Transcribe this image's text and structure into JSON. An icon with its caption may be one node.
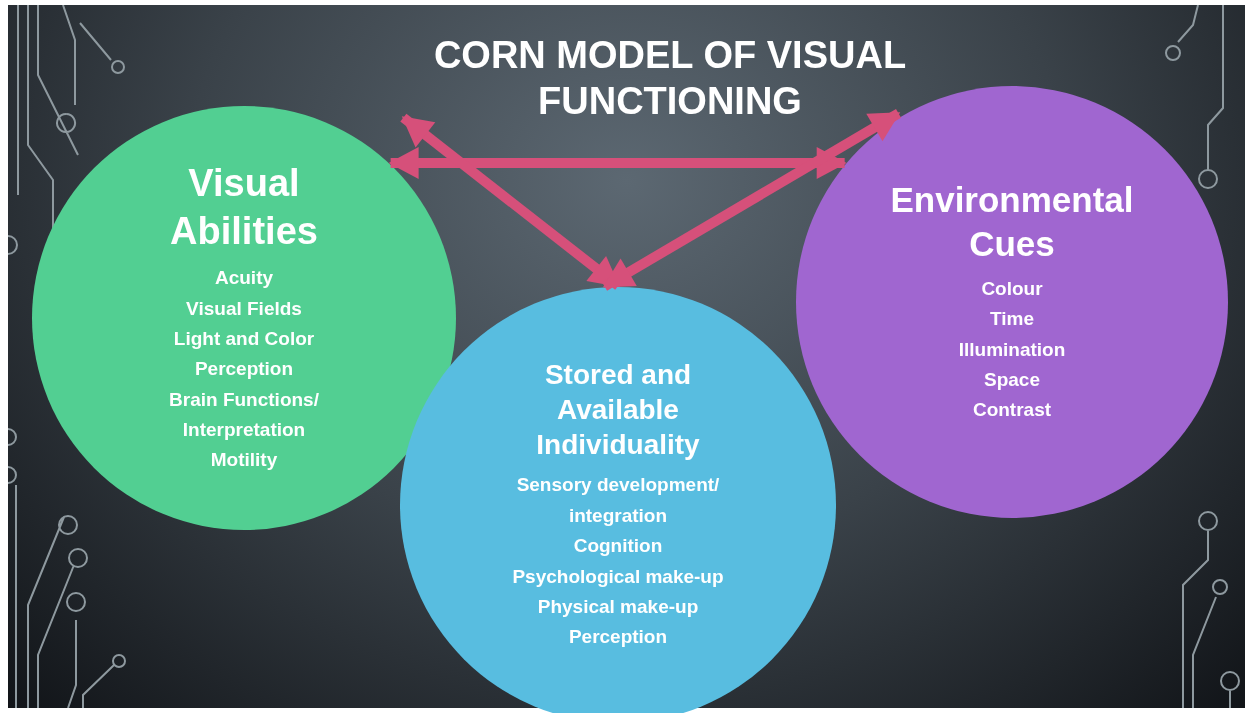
{
  "diagram": {
    "title": "CORN MODEL OF VISUAL FUNCTIONING",
    "nodes": [
      {
        "text": [
          "Visual Abilities",
          "Acuity",
          "Visual Fields",
          "Light and Color Perception",
          "Brain Functions/ Interpretation",
          "Motility"
        ]
      },
      {
        "text": [
          "Environmental Cues",
          "Colour",
          "Time",
          "Illumination",
          "Space",
          "Contrast"
        ]
      },
      {
        "text": [
          "Stored and Available Individuality",
          "Sensory development/ integration",
          "Cognition",
          "Psychological make-up",
          "Physical make-up",
          "Perception"
        ]
      }
    ],
    "edges": [
      {
        "from": 0,
        "to": 1,
        "arrow": "both"
      },
      {
        "from": 0,
        "to": 2,
        "arrow": "both"
      },
      {
        "from": 1,
        "to": 2,
        "arrow": "both"
      }
    ]
  }
}
